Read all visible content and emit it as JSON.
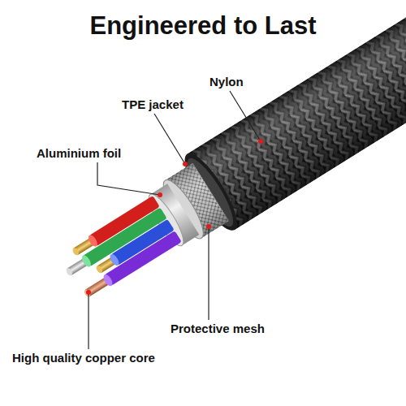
{
  "diagram": {
    "title": "Engineered to Last",
    "labels": [
      "Nylon",
      "TPE jacket",
      "Aluminium foil",
      "Protective mesh",
      "High quality copper core"
    ]
  }
}
